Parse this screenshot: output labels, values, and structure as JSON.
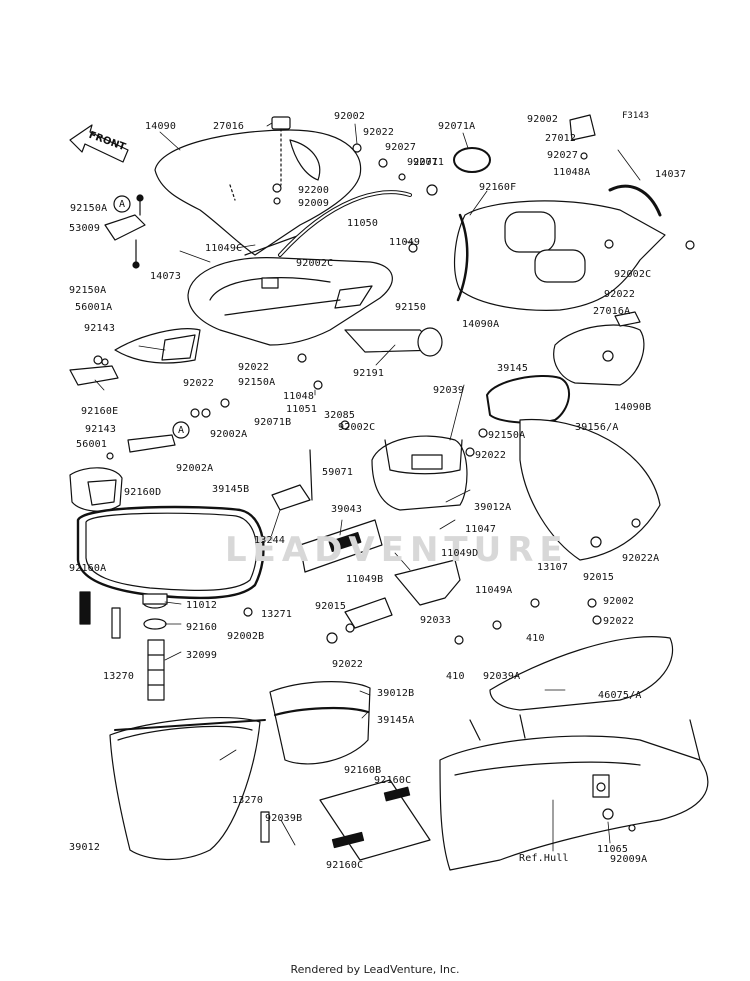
{
  "diagram_code": "F3143",
  "footer": "Rendered by LeadVenture, Inc.",
  "watermark": "LEADVENTURE",
  "front_arrow_text": "FRONT",
  "callout_letter": "A",
  "labels": [
    "14090",
    "27016",
    "92002",
    "92022",
    "92027",
    "92071A",
    "92002",
    "27012",
    "92027",
    "92071",
    "11048A",
    "14037",
    "92200",
    "92009",
    "92071",
    "92160F",
    "11050",
    "11049C",
    "92150A",
    "53009",
    "14073",
    "92002C",
    "11049",
    "92150A",
    "56001A",
    "92150",
    "14090A",
    "92022",
    "27016A",
    "92002C",
    "92143",
    "92022",
    "92150A",
    "92191",
    "92160E",
    "92022",
    "11048",
    "11051",
    "92071B",
    "92002A",
    "32085",
    "92039",
    "39145",
    "14090B",
    "92143",
    "56001",
    "92002A",
    "92002C",
    "92150A",
    "39156/A",
    "59071",
    "92022",
    "92160D",
    "39145B",
    "39012A",
    "11047",
    "13244",
    "39043",
    "92022A",
    "92015",
    "11049D",
    "92160A",
    "11049B",
    "13107",
    "11012",
    "92015",
    "11049A",
    "92002",
    "92160",
    "13271",
    "92002B",
    "92033",
    "410",
    "92022",
    "13270",
    "32099",
    "92022",
    "410",
    "92039A",
    "39012B",
    "46075/A",
    "39145A",
    "92160B",
    "92160C",
    "13270",
    "92039B",
    "39012",
    "Ref.Hull",
    "11065",
    "92160C",
    "92009A"
  ]
}
